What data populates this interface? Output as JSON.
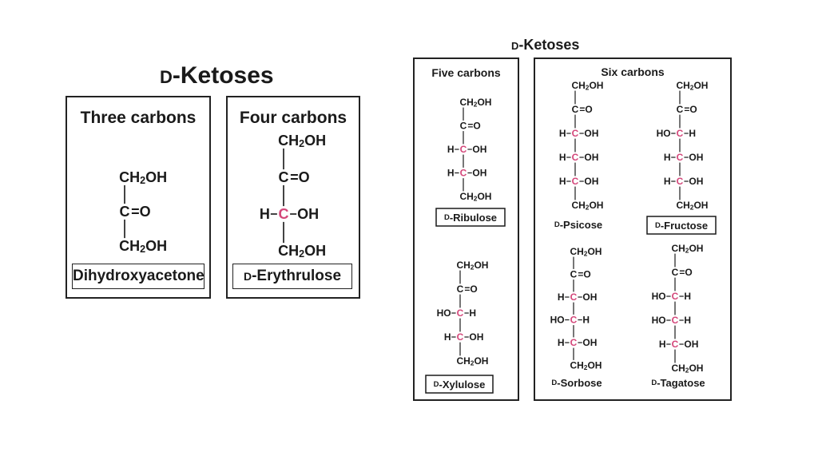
{
  "left": {
    "title": {
      "prefix": "D",
      "rest": "-Ketoses"
    },
    "three": {
      "header": "Three carbons",
      "label": "Dihydroxyacetone",
      "rows": [
        {
          "t": "CH2OH"
        },
        {
          "t": "C=O"
        },
        {
          "t": "CH2OH"
        }
      ]
    },
    "four": {
      "header": "Four carbons",
      "label_prefix": "D",
      "label_rest": "-Erythrulose",
      "rows": [
        {
          "t": "CH2OH"
        },
        {
          "t": "C=O"
        },
        {
          "t": "H—C—OH"
        },
        {
          "t": "CH2OH"
        }
      ]
    }
  },
  "right": {
    "title": {
      "prefix": "D",
      "rest": "-Ketoses"
    },
    "five_header": "Five carbons",
    "six_header": "Six carbons",
    "sugars": [
      {
        "id": "ribulose",
        "prefix": "D",
        "rest": "-Ribulose",
        "boxed": true,
        "rows": [
          {
            "t": "CH2OH"
          },
          {
            "t": "C=O"
          },
          {
            "t": "H—C—OH"
          },
          {
            "t": "H—C—OH"
          },
          {
            "t": "CH2OH"
          }
        ]
      },
      {
        "id": "xylulose",
        "prefix": "D",
        "rest": "-Xylulose",
        "boxed": true,
        "rows": [
          {
            "t": "CH2OH"
          },
          {
            "t": "C=O"
          },
          {
            "t": "HO—C—H"
          },
          {
            "t": "H—C—OH"
          },
          {
            "t": "CH2OH"
          }
        ]
      },
      {
        "id": "psicose",
        "prefix": "D",
        "rest": "-Psicose",
        "boxed": false,
        "rows": [
          {
            "t": "CH2OH"
          },
          {
            "t": "C=O"
          },
          {
            "t": "H—C—OH"
          },
          {
            "t": "H—C—OH"
          },
          {
            "t": "H—C—OH"
          },
          {
            "t": "CH2OH"
          }
        ]
      },
      {
        "id": "fructose",
        "prefix": "D",
        "rest": "-Fructose",
        "boxed": true,
        "rows": [
          {
            "t": "CH2OH"
          },
          {
            "t": "C=O"
          },
          {
            "t": "HO—C—H"
          },
          {
            "t": "H—C—OH"
          },
          {
            "t": "H—C—OH"
          },
          {
            "t": "CH2OH"
          }
        ]
      },
      {
        "id": "sorbose",
        "prefix": "D",
        "rest": "-Sorbose",
        "boxed": false,
        "rows": [
          {
            "t": "CH2OH"
          },
          {
            "t": "C=O"
          },
          {
            "t": "H—C—OH"
          },
          {
            "t": "HO—C—H"
          },
          {
            "t": "H—C—OH"
          },
          {
            "t": "CH2OH"
          }
        ]
      },
      {
        "id": "tagatose",
        "prefix": "D",
        "rest": "-Tagatose",
        "boxed": false,
        "rows": [
          {
            "t": "CH2OH"
          },
          {
            "t": "C=O"
          },
          {
            "t": "HO—C—H"
          },
          {
            "t": "HO—C—H"
          },
          {
            "t": "H—C—OH"
          },
          {
            "t": "CH2OH"
          }
        ]
      }
    ]
  },
  "colors": {
    "chiral_carbon": "#d4477a",
    "ink": "#1a1a1a",
    "border": "#222222"
  }
}
